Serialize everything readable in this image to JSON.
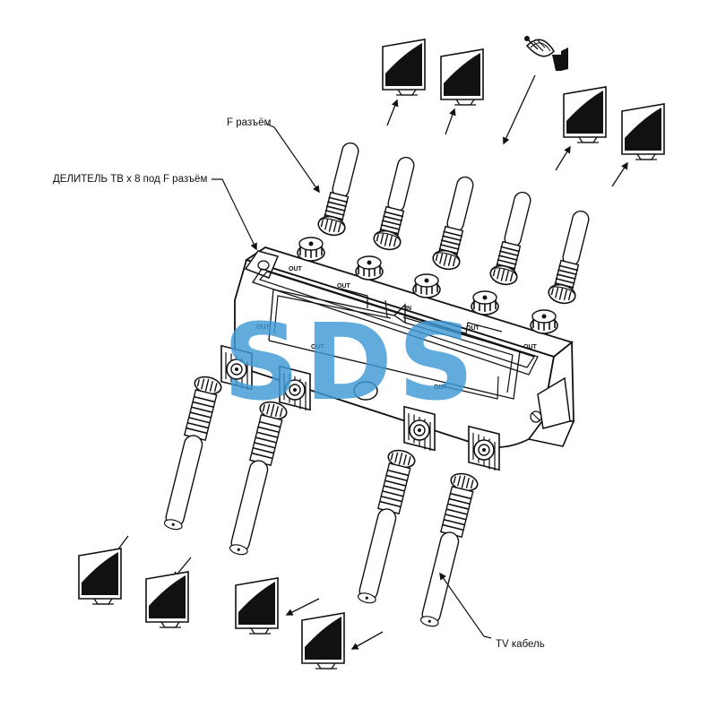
{
  "labels": {
    "connector": "F разъём",
    "splitter": "ДЕЛИТЕЛЬ ТВ х 8 под F разъём",
    "cable": "TV кабель"
  },
  "ports": {
    "in": "IN",
    "out": "OUT"
  },
  "watermark": {
    "text": "SDS",
    "color": "#3f9ad6"
  },
  "icons": {
    "satellite": "satellite-dish-icon",
    "tv": "tv-icon"
  },
  "colors": {
    "line": "#111111",
    "background": "#ffffff"
  }
}
